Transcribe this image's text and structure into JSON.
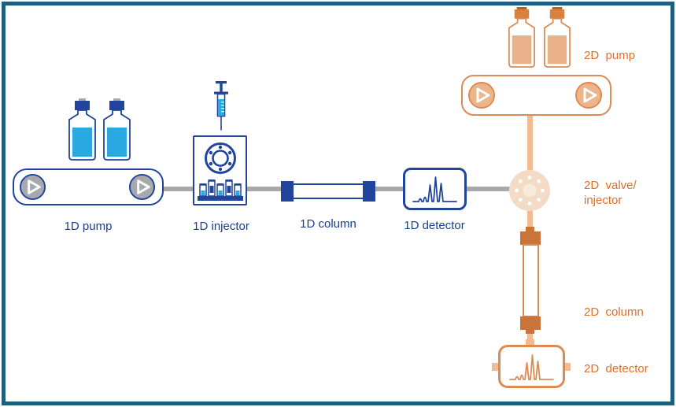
{
  "colors": {
    "frame_teal": "#1e5f80",
    "blue": "#21459c",
    "blue_text": "#1a3f90",
    "cyan": "#2aa9e0",
    "gray": "#a7a9ac",
    "orange": "#dd8a55",
    "orange_dark": "#cb7439",
    "orange_cap": "#d9813f",
    "orange_cap_top": "#b35e22",
    "orange_light": "#f2bb92",
    "orange_text": "#e0702a",
    "valve_fill": "#f3dbc6",
    "valve_center": "#f8ead9",
    "liquid_orange": "#e8b18a",
    "pump_circle_gray": "#a7a9ac",
    "pump_circle_tan": "#ecb68c"
  },
  "icons": {
    "play_icon": "right-pointing triangle in circle",
    "bottle_icon": "solvent bottle",
    "syringe_icon": "syringe",
    "valve_icon": "multi-port rotary valve",
    "vial_rack_icon": "sample vials in rack",
    "chromatogram_icon": "peak trace"
  },
  "labels": {
    "pump_1d": "1D pump",
    "injector_1d": "1D injector",
    "column_1d": "1D column",
    "detector_1d": "1D detector",
    "pump_2d": "2D  pump",
    "valve_2d": "2D  valve/\ninjector",
    "column_2d": "2D  column",
    "detector_2d": "2D  detector"
  }
}
